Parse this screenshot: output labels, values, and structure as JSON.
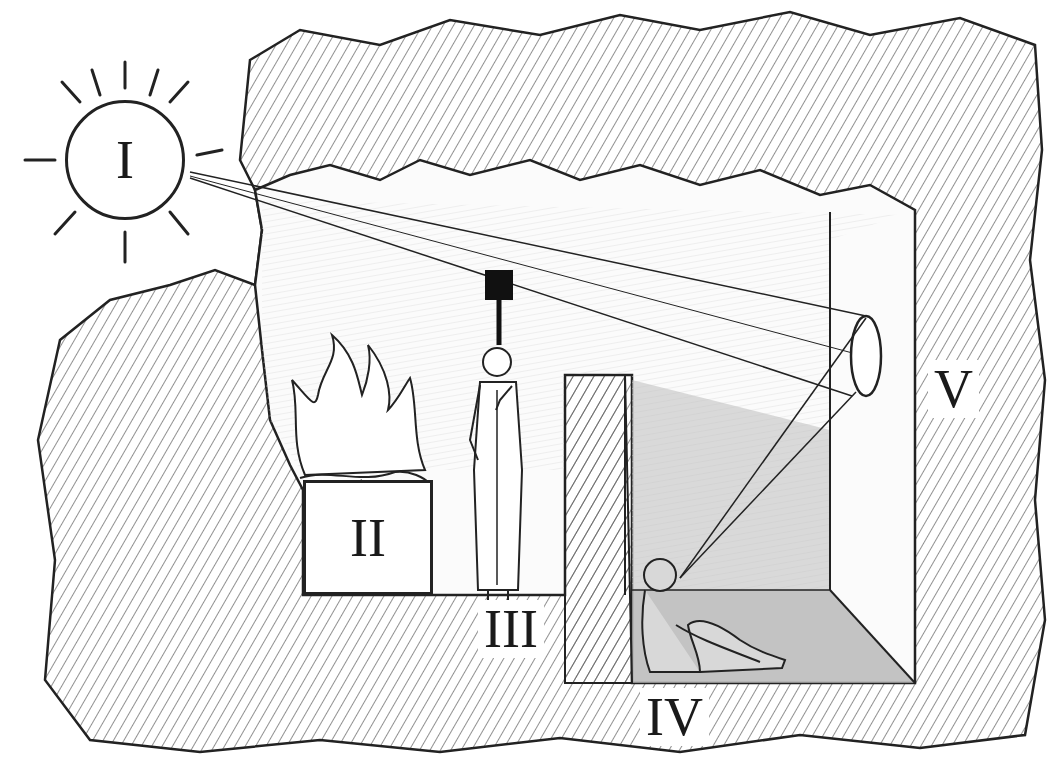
{
  "diagram": {
    "nodes": [
      {
        "text": [
          "I"
        ]
      },
      {
        "text": [
          "II"
        ]
      }
    ],
    "labels": [
      "III",
      "IV",
      "V"
    ]
  }
}
